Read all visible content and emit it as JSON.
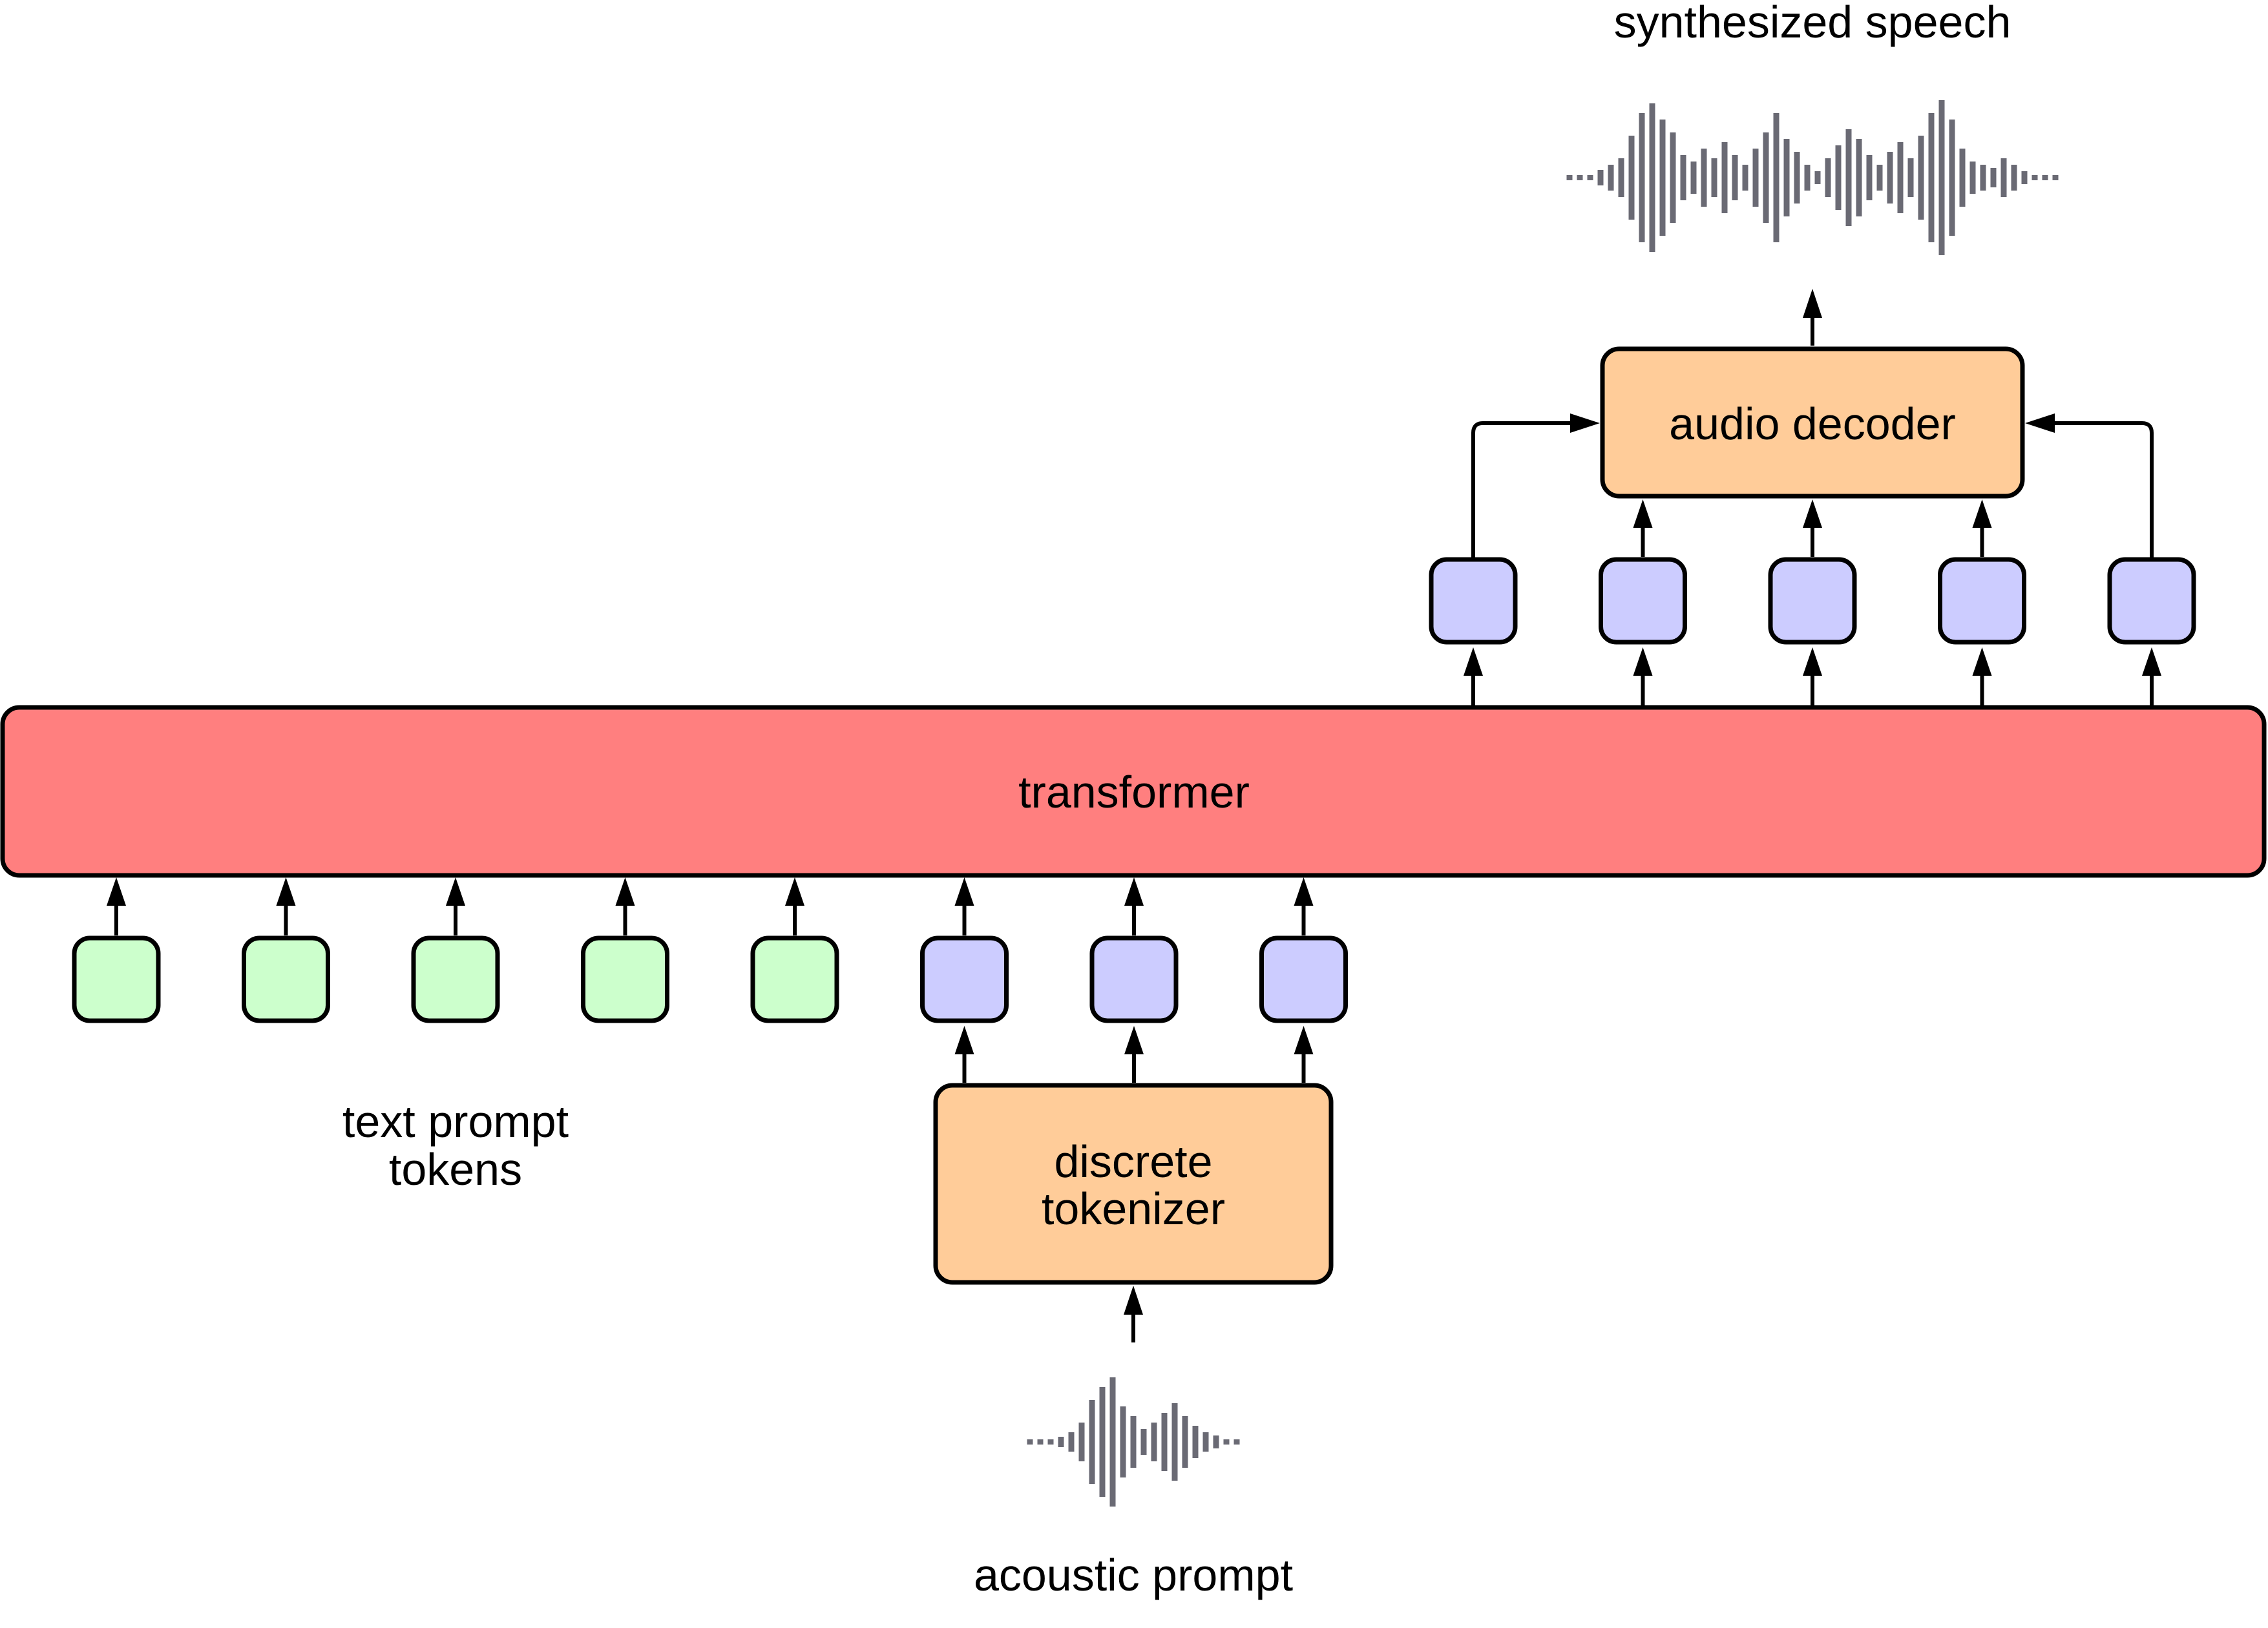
{
  "labels": {
    "synthesized_speech": "synthesized speech",
    "audio_decoder": "audio decoder",
    "transformer": "transformer",
    "text_prompt_line1": "text prompt",
    "text_prompt_line2": "tokens",
    "tokenizer_line1": "discrete",
    "tokenizer_line2": "tokenizer",
    "acoustic_prompt": "acoustic prompt"
  },
  "colors": {
    "transformer_fill": "#ff7f7f",
    "orange_fill": "#ffcc99",
    "text_token_fill": "#ccffcc",
    "audio_token_fill": "#ccccff",
    "waveform": "#6a6a74"
  },
  "counts": {
    "text_prompt_tokens": 5,
    "acoustic_prompt_tokens": 3,
    "output_audio_tokens": 5
  }
}
